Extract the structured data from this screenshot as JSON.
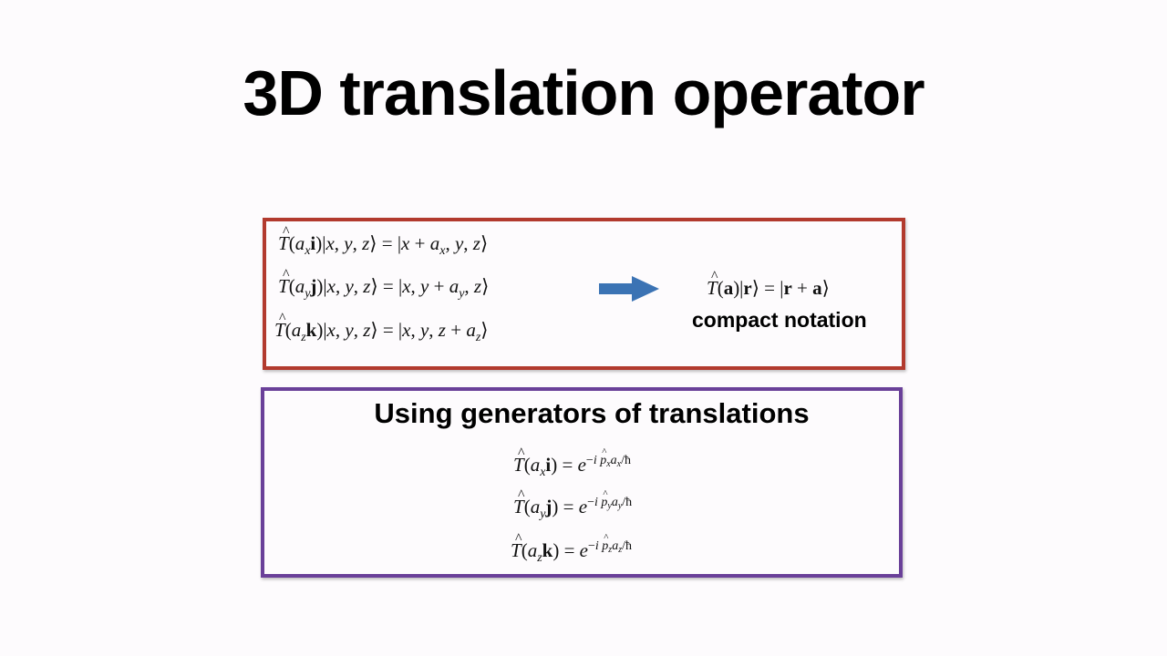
{
  "slide": {
    "title": "3D translation operator",
    "top_box": {
      "border_color": "#b23a2e",
      "equations": [
        "T̂(aₓi)|x, y, z⟩ = |x + aₓ, y, z⟩",
        "T̂(a_y j)|x, y, z⟩ = |x, y + a_y, z⟩",
        "T̂(a_z k)|x, y, z⟩ = |x, y, z + a_z⟩"
      ],
      "arrow_color": "#3b73b4",
      "compact_equation": "T̂(a)|r⟩ = |r + a⟩",
      "compact_label": "compact notation"
    },
    "bottom_box": {
      "border_color": "#6a4099",
      "heading": "Using generators of translations",
      "equations": [
        "T̂(aₓi) = e^(−i p̂ₓ aₓ/ħ)",
        "T̂(a_y j) = e^(−i p̂_y a_y/ħ)",
        "T̂(a_z k) = e^(−i p̂_z a_z/ħ)"
      ]
    }
  }
}
